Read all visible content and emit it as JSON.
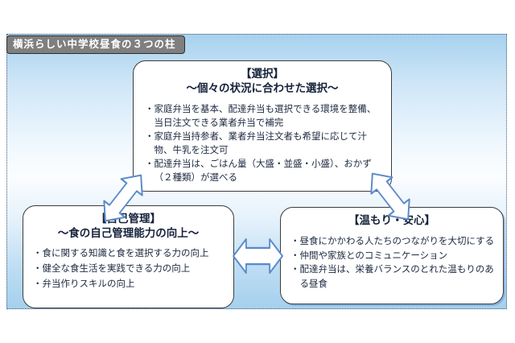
{
  "header": {
    "title": "横浜らしい中学校昼食の３つの柱"
  },
  "boxes": {
    "selection": {
      "title": "【選択】",
      "subtitle": "～個々の状況に合わせた選択～",
      "bullets": [
        "・家庭弁当を基本、配達弁当も選択できる環境を整備、当日注文できる業者弁当で補完",
        "・家庭弁当持参者、業者弁当注文者も希望に応じて汁物、牛乳を注文可",
        "・配達弁当は、ごはん量（大盛・並盛・小盛）、おかず（２種類）が選べる"
      ]
    },
    "self_management": {
      "title": "【自己管理】",
      "subtitle": "～食の自己管理能力の向上～",
      "bullets": [
        "・食に関する知識と食を選択する力の向上",
        "・健全な食生活を実践できる力の向上",
        "・弁当作りスキルの向上"
      ]
    },
    "warmth": {
      "title": "【温もり・安心】",
      "bullets": [
        "・昼食にかかわる人たちのつながりを大切にする",
        "・仲間や家族とのコミュニケーション",
        "・配達弁当は、栄養バランスのとれた温もりのある昼食"
      ]
    }
  },
  "icons": {
    "arrow_left": "double-arrow-diagonal",
    "arrow_right": "double-arrow-diagonal",
    "arrow_middle": "double-arrow-horizontal"
  },
  "colors": {
    "panel_blue": "#a7d1ee",
    "titlebar_gray": "#7f7f7f",
    "arrow_stroke": "#5b8bc9",
    "box_border": "#3c3c3c",
    "text": "#1c2940"
  }
}
